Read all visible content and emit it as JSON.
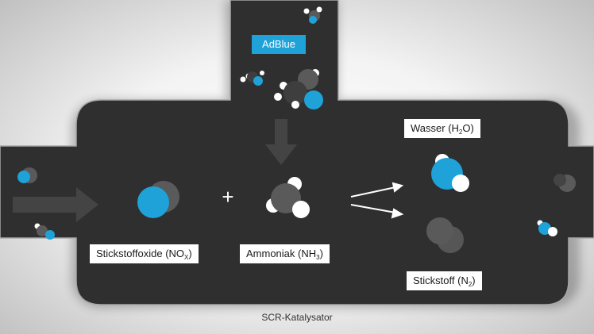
{
  "labels": {
    "adblue": "AdBlue",
    "nox": {
      "text": "Stickstoffoxide (NO",
      "sub": "X",
      "after": ")"
    },
    "nh3": {
      "text": "Ammoniak (NH",
      "sub": "3",
      "after": ")"
    },
    "h2o": {
      "text": "Wasser (H",
      "sub": "2",
      "after": "O)"
    },
    "n2": {
      "text": "Stickstoff (N",
      "sub": "2",
      "after": ")"
    },
    "plus": "+",
    "caption": "SCR-Katalysator"
  },
  "colors": {
    "pipe": "#2f2f2f",
    "blue_atom": "#1ea2d8",
    "grey_atom": "#5a5a5a",
    "dark_atom": "#3e3e3e",
    "white_atom": "#ffffff"
  }
}
